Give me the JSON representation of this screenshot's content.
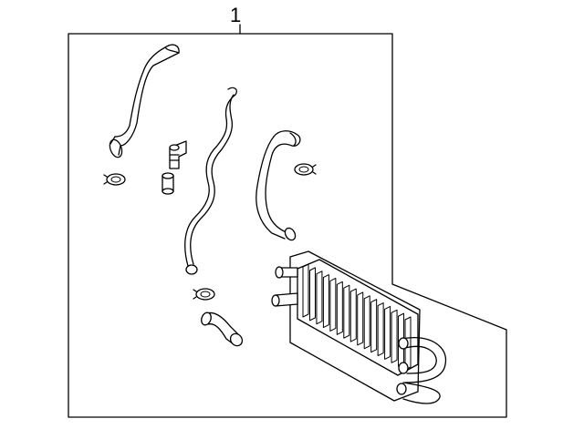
{
  "diagram": {
    "callout_label": "1",
    "parts": [
      "upper-hose",
      "lower-hose",
      "clamp",
      "bracket",
      "connector",
      "long-tube",
      "inlet-hose",
      "outlet-elbow",
      "oil-cooler"
    ]
  }
}
